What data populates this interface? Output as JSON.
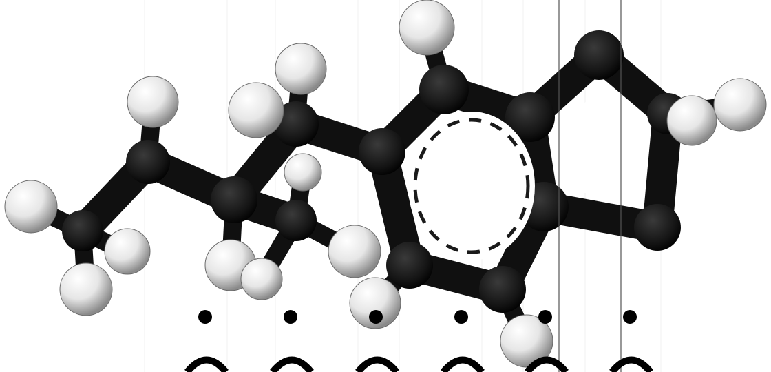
{
  "image": {
    "subject": "ball-and-stick-molecule",
    "background_color": "#ffffff",
    "carbon_atom_color": "#141414",
    "hydrogen_atom_color": "#e6e6e6",
    "bond_color": "#101010",
    "aromatic_ring_marker": "dashed-circle",
    "dot_row_count": 6,
    "arc_row_count": 6,
    "vertical_guide_line_count": 2
  }
}
